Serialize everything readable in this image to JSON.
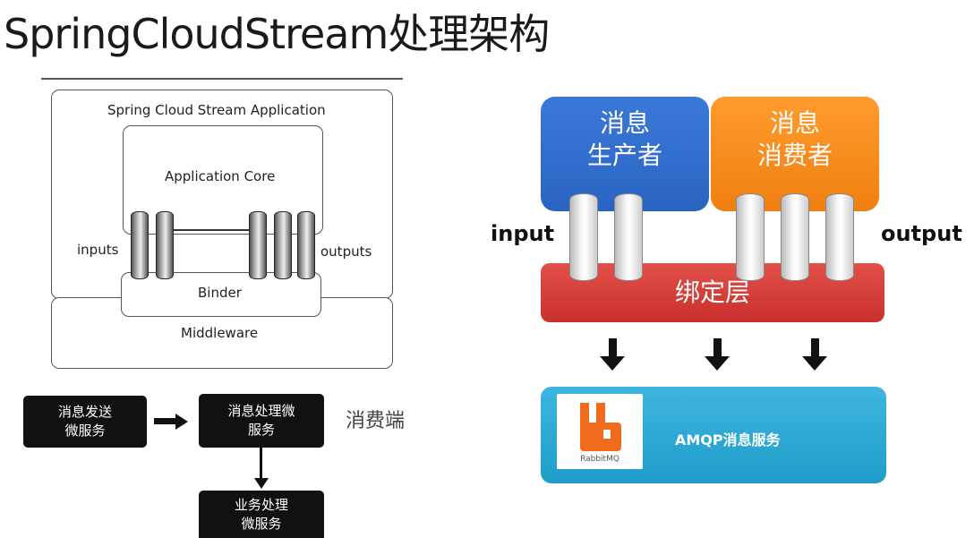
{
  "title": "SpringCloudStream处理架构",
  "left_diagram": {
    "app_label": "Spring Cloud Stream Application",
    "core_label": "Application Core",
    "inputs_label": "inputs",
    "outputs_label": "outputs",
    "binder_label": "Binder",
    "middleware_label": "Middleware"
  },
  "flow": {
    "sender_line1": "消息发送",
    "sender_line2": "微服务",
    "processor_line1": "消息处理微",
    "processor_line2": "服务",
    "business_line1": "业务处理",
    "business_line2": "微服务",
    "consumer_side_label": "消费端"
  },
  "right_diagram": {
    "producer_line1": "消息",
    "producer_line2": "生产者",
    "consumer_line1": "消息",
    "consumer_line2": "消费者",
    "input_label": "input",
    "output_label": "output",
    "binder_label": "绑定层",
    "amqp_label": "AMQP消息服务",
    "rabbitmq_label": "RabbitMQ",
    "colors": {
      "producer": "#2f6fcf",
      "consumer": "#f68a1e",
      "binder": "#d63c36",
      "amqp": "#2aa8d6",
      "rabbitmq_logo": "#f06b1e"
    }
  }
}
